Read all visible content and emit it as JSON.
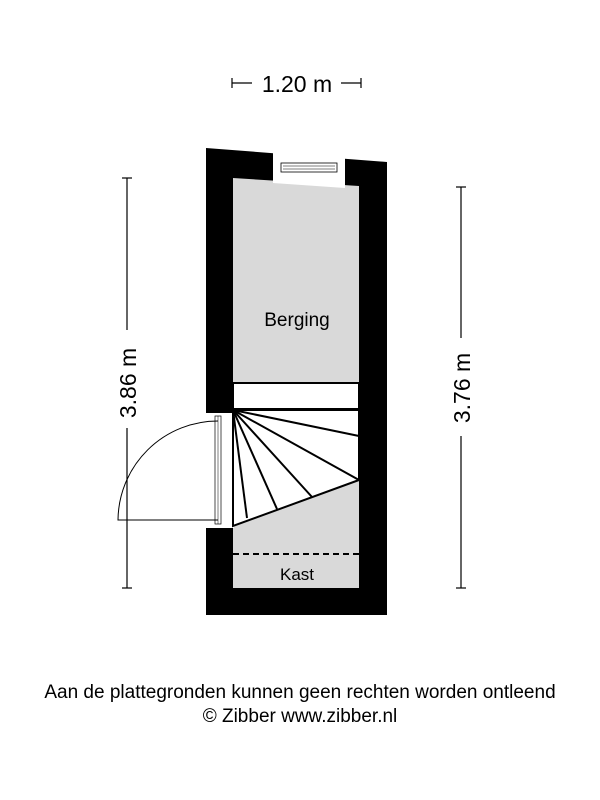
{
  "plan": {
    "rooms": [
      {
        "name": "Berging"
      },
      {
        "name": "Kast"
      }
    ],
    "dimensions": {
      "width": "1.20 m",
      "left_height": "3.86 m",
      "right_height": "3.76 m"
    },
    "colors": {
      "wall": "#000000",
      "floor": "#d9d9d9",
      "stairs": "#ffffff"
    }
  },
  "footer": {
    "disclaimer": "Aan de plattegronden kunnen geen rechten worden ontleend",
    "copyright": "© Zibber www.zibber.nl"
  }
}
